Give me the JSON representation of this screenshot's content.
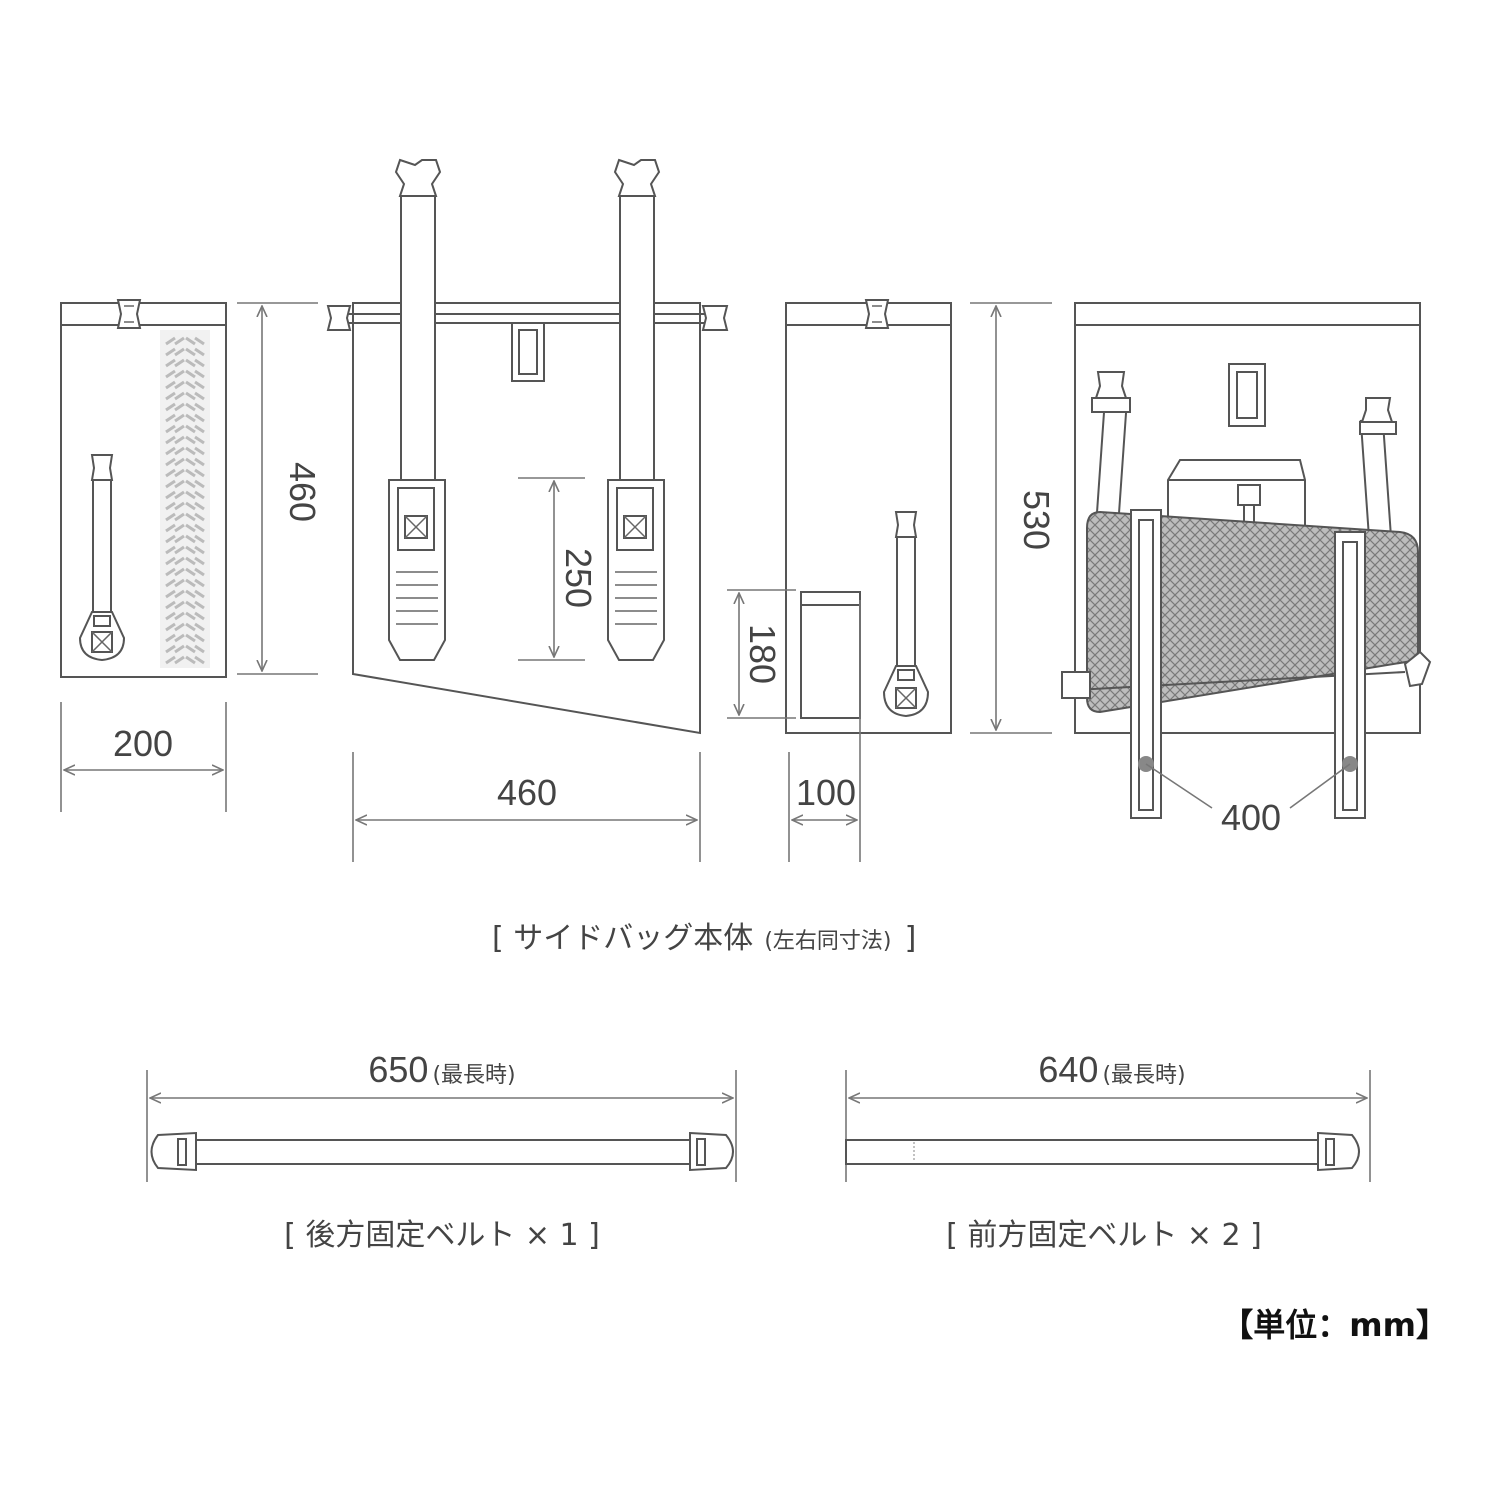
{
  "side_bag": {
    "caption_main": "[ サイドバッグ本体",
    "caption_sub": "(左右同寸法)",
    "caption_close": "]",
    "side_width": "200",
    "side_height": "460",
    "front_width": "460",
    "strap_length": "250",
    "inner_width": "100",
    "pocket_height": "180",
    "back_height": "530",
    "belt_spacing": "400"
  },
  "rear_belt": {
    "length": "650",
    "length_note": "(最長時)",
    "caption": "[ 後方固定ベルト × 1 ]"
  },
  "front_belt": {
    "length": "640",
    "length_note": "(最長時)",
    "caption": "[ 前方固定ベルト × 2 ]"
  },
  "unit_label": "【単位：mm】"
}
